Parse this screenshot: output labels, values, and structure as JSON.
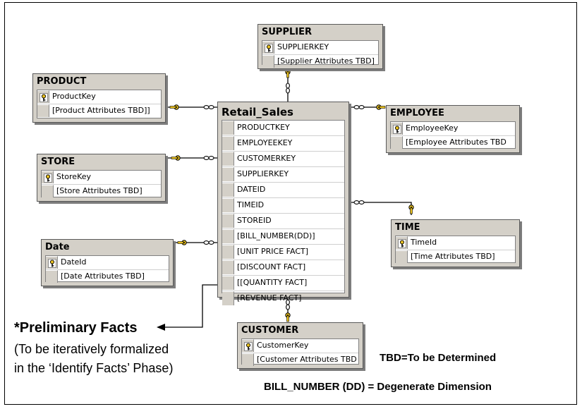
{
  "tables": {
    "supplier": {
      "title": "SUPPLIER",
      "rows": [
        {
          "key": true,
          "text": "SUPPLIERKEY"
        },
        {
          "key": false,
          "text": "[Supplier Attributes TBD]"
        }
      ]
    },
    "product": {
      "title": "PRODUCT",
      "rows": [
        {
          "key": true,
          "text": "ProductKey"
        },
        {
          "key": false,
          "text": "[Product Attributes TBD]]"
        }
      ]
    },
    "retail_sales": {
      "title": "Retail_Sales",
      "rows": [
        {
          "key": false,
          "text": "PRODUCTKEY"
        },
        {
          "key": false,
          "text": "EMPLOYEEKEY"
        },
        {
          "key": false,
          "text": "CUSTOMERKEY"
        },
        {
          "key": false,
          "text": "SUPPLIERKEY"
        },
        {
          "key": false,
          "text": "DATEID"
        },
        {
          "key": false,
          "text": "TIMEID"
        },
        {
          "key": false,
          "text": "STOREID"
        },
        {
          "key": false,
          "text": "[BILL_NUMBER(DD)]"
        },
        {
          "key": false,
          "text": "[UNIT PRICE FACT]"
        },
        {
          "key": false,
          "text": "[DISCOUNT FACT]"
        },
        {
          "key": false,
          "text": "[[QUANTITY FACT]"
        },
        {
          "key": false,
          "text": "[REVENUE FACT]"
        }
      ]
    },
    "employee": {
      "title": "EMPLOYEE",
      "rows": [
        {
          "key": true,
          "text": "EmployeeKey"
        },
        {
          "key": false,
          "text": "[Employee Attributes TBD"
        }
      ]
    },
    "store": {
      "title": "STORE",
      "rows": [
        {
          "key": true,
          "text": "StoreKey"
        },
        {
          "key": false,
          "text": "[Store Attributes TBD]"
        }
      ]
    },
    "time": {
      "title": "TIME",
      "rows": [
        {
          "key": true,
          "text": "TimeId"
        },
        {
          "key": false,
          "text": "[Time Attributes TBD]"
        }
      ]
    },
    "date": {
      "title": "Date",
      "rows": [
        {
          "key": true,
          "text": "DateId"
        },
        {
          "key": false,
          "text": "[Date Attributes TBD]"
        }
      ]
    },
    "customer": {
      "title": "CUSTOMER",
      "rows": [
        {
          "key": true,
          "text": "CustomerKey"
        },
        {
          "key": false,
          "text": "[Customer Attributes TBD"
        }
      ]
    }
  },
  "annotations": {
    "preliminary_facts": "*Preliminary Facts",
    "formalize_line1": "(To be iteratively formalized",
    "formalize_line2": "in the ‘Identify Facts’ Phase)",
    "tbd_legend": "TBD=To be Determined",
    "dd_legend": "BILL_NUMBER (DD) = Degenerate Dimension"
  },
  "icons": {
    "primary_key": "key-icon",
    "relationship_key_end": "key-icon",
    "relationship_many_end": "infinity-icon"
  },
  "colors": {
    "table_header": "#d4d0c8",
    "key_icon": "#e8c020",
    "line": "#000000"
  }
}
